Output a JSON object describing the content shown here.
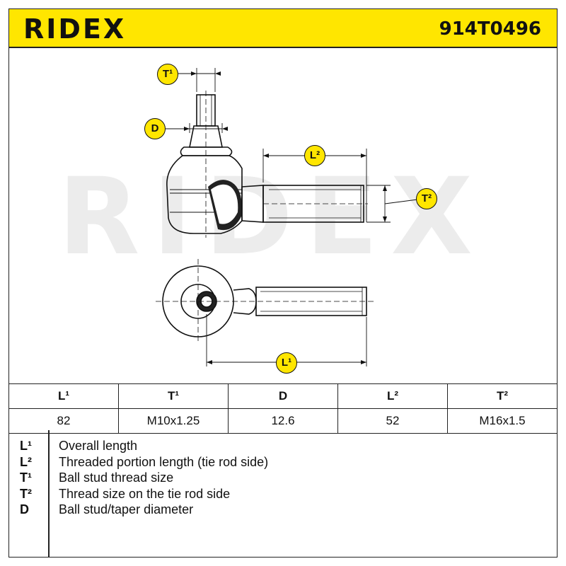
{
  "header": {
    "brand": "RIDEX",
    "part_number": "914T0496"
  },
  "drawing": {
    "watermark": "RIDEX",
    "labels": {
      "t1": "T¹",
      "d": "D",
      "l2": "L²",
      "t2": "T²",
      "l1": "L¹"
    }
  },
  "spec_table": {
    "headers": [
      "L¹",
      "T¹",
      "D",
      "L²",
      "T²"
    ],
    "values": [
      "82",
      "M10x1.25",
      "12.6",
      "52",
      "M16x1.5"
    ]
  },
  "legend": [
    {
      "key": "L¹",
      "desc": "Overall length"
    },
    {
      "key": "L²",
      "desc": "Threaded portion length (tie rod side)"
    },
    {
      "key": "T¹",
      "desc": "Ball stud thread size"
    },
    {
      "key": "T²",
      "desc": "Thread size on the tie rod side"
    },
    {
      "key": "D",
      "desc": "Ball stud/taper diameter"
    }
  ],
  "colors": {
    "accent": "#ffe600",
    "line": "#222222",
    "watermark": "#ececec"
  }
}
